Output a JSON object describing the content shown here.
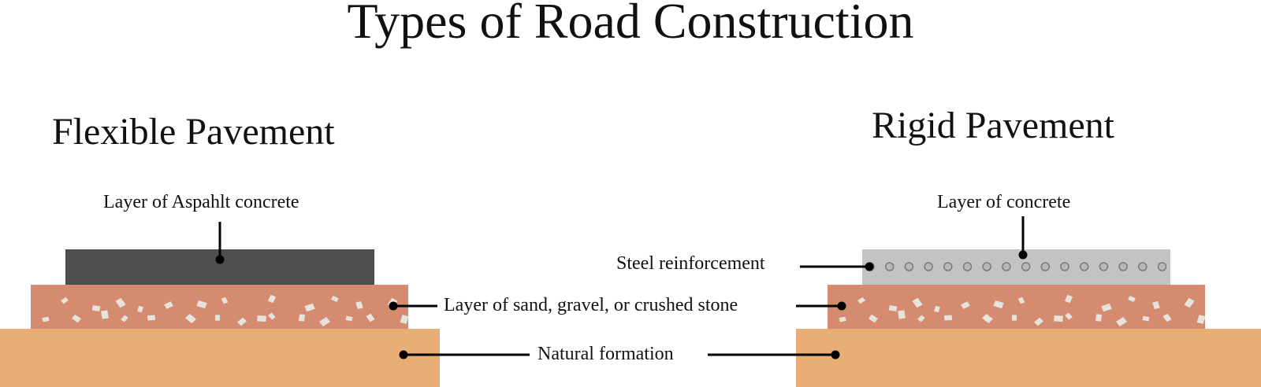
{
  "title": "Types of Road Construction",
  "flexible": {
    "heading": "Flexible Pavement",
    "top_label": "Layer of Aspahlt concrete"
  },
  "rigid": {
    "heading": "Rigid Pavement",
    "top_label": "Layer of concrete",
    "steel_label": "Steel reinforcement"
  },
  "shared": {
    "base_label": "Layer of sand, gravel, or crushed stone",
    "subgrade_label": "Natural formation"
  },
  "colors": {
    "asphalt": "#4e4e4e",
    "concrete": "#c3c4c2",
    "gravel": "#d48b6f",
    "subgrade": "#e9ad76",
    "stone": "#e6e2dc"
  }
}
